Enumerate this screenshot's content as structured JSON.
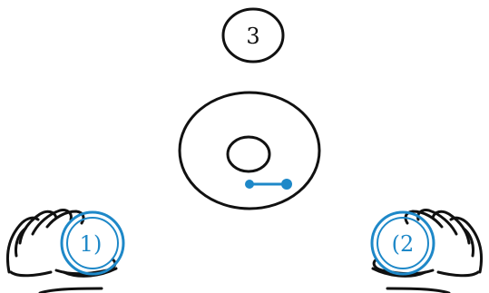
{
  "diagram": {
    "top_circle_label": "3",
    "left_hand_label": "1)",
    "right_hand_label": "(2",
    "colors": {
      "ink": "#111111",
      "accent": "#1e88c8"
    },
    "icons": {
      "left_hand": "hand-icon",
      "right_hand": "hand-icon",
      "dumbbell": "dumbbell-icon"
    }
  }
}
